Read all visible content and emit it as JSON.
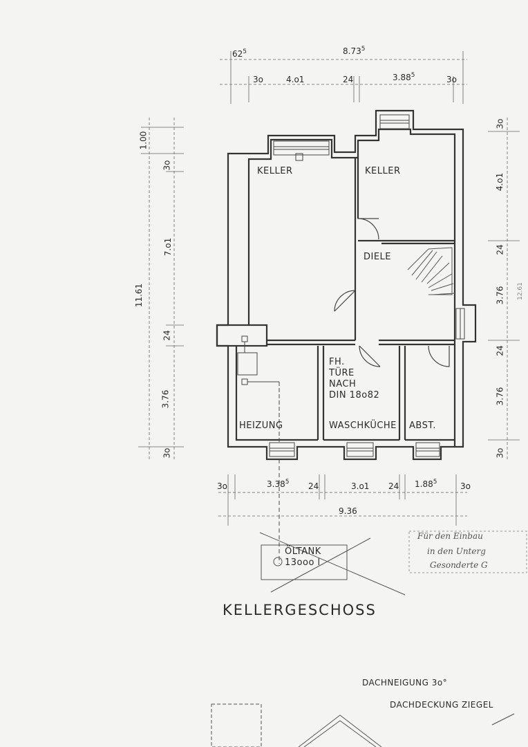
{
  "title": "KELLERGESCHOSS",
  "rooms": {
    "keller_left": "KELLER",
    "keller_right": "KELLER",
    "diele": "DIELE",
    "heizung": "HEIZUNG",
    "waschkueche": "WASCHKÜCHE",
    "abst": "ABST.",
    "door_note_1": "FH.",
    "door_note_2": "TÜRE",
    "door_note_3": "NACH",
    "door_note_4": "DIN 18o82"
  },
  "tank": {
    "label": "ÖLTANK",
    "volume": "13ooo l"
  },
  "dimensions": {
    "top_outer_left": "62",
    "top_outer_left_sup": "5",
    "top_outer_total": "8.73",
    "top_outer_total_sup": "5",
    "top_inner": [
      "3o",
      "4.o1",
      "24",
      "3.88",
      "3o"
    ],
    "top_inner_sup": "5",
    "bottom_inner": [
      "3o",
      "3.38",
      "24",
      "3.o1",
      "24",
      "1.88",
      "3o"
    ],
    "bottom_sup": "5",
    "bottom_total": "9.36",
    "left_total": "11.61",
    "left_segments": [
      "1.00",
      "3o",
      "7.o1",
      "24",
      "3.76",
      "3o"
    ],
    "right_segments": [
      "3o",
      "4.o1",
      "24",
      "3.76",
      "24",
      "3.76",
      "3o"
    ],
    "right_total_partial": "12.61"
  },
  "notes": {
    "handwritten": [
      "Für den Einbau",
      "in den Unterg",
      "Gesonderte G"
    ],
    "roof_pitch": "DACHNEIGUNG 3o°",
    "roof_covering": "DACHDECKUNG ZIEGEL"
  }
}
